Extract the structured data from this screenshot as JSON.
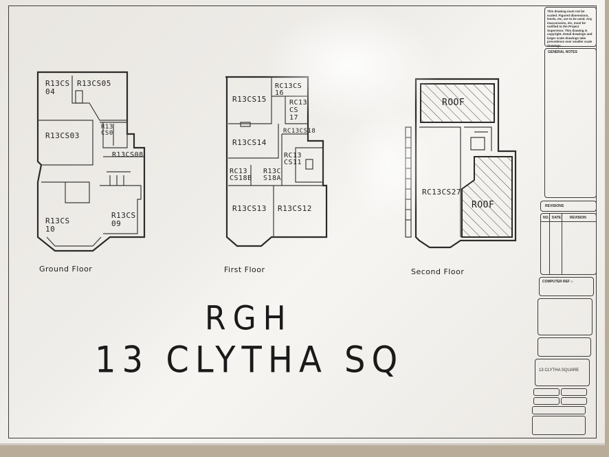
{
  "title_lines": {
    "line1": "RGH",
    "line2": "13 CLYTHA SQ"
  },
  "floors": {
    "ground": {
      "label": "Ground Floor",
      "rooms": [
        "R13CS\n04",
        "R13CS05",
        "R13CS03",
        "R13\nCS0",
        "R13CS08",
        "R13CS\n10",
        "R13CS\n09"
      ]
    },
    "first": {
      "label": "First Floor",
      "rooms": [
        "R13CS15",
        "RC13CS\n16",
        "RC13\nCS\n17",
        "RC13CS18",
        "R13CS14",
        "RC13\nCS11",
        "RC13\nCS18B",
        "R13C\nS18A",
        "R13CS13",
        "R13CS12"
      ]
    },
    "second": {
      "label": "Second Floor",
      "rooms": [
        "ROOF",
        "RC13CS27",
        "ROOF"
      ]
    }
  },
  "title_block": {
    "notes": "This drawing must not be scaled. Figured dimensions, levels, etc, are to be used. Any inaccuracies, etc, must be notified to the Project Supervisor. This drawing is copyright. Detail drawings and larger scale drawings take precedence over smaller scale drawings.",
    "general_notes": "GENERAL NOTES",
    "revisions": "REVISIONS",
    "rev_cols": [
      "NO.",
      "DATE",
      "REVISION"
    ],
    "computer_ref": "COMPUTER REF :-",
    "project_name": "13 CLYTHA SQUARE"
  }
}
